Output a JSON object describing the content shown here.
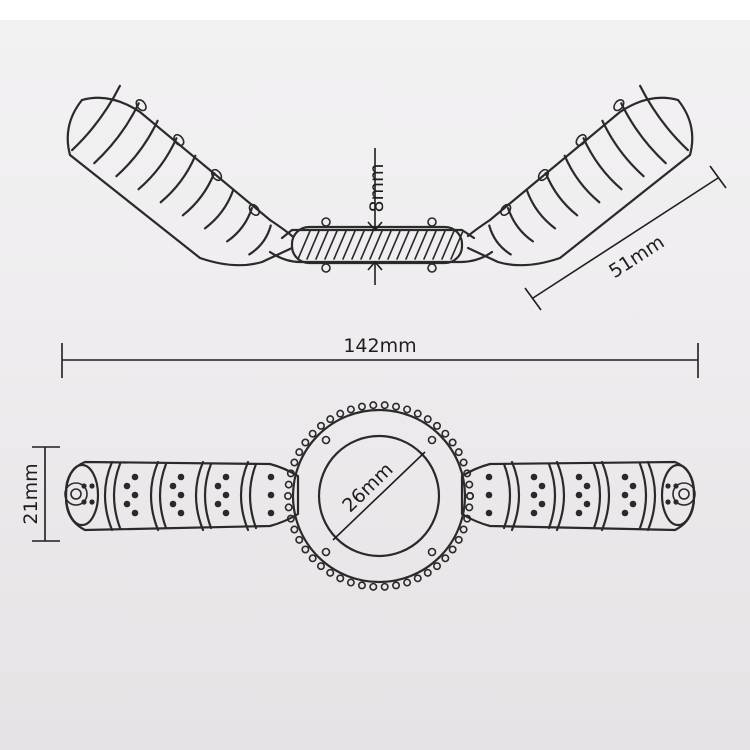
{
  "dimensions": {
    "middle_thickness": "8mm",
    "end_length": "51mm",
    "total_length": "142mm",
    "end_diameter": "21mm",
    "ring_diameter": "26mm"
  },
  "colors": {
    "line": "#2a2a2a",
    "background": "#efedef"
  }
}
